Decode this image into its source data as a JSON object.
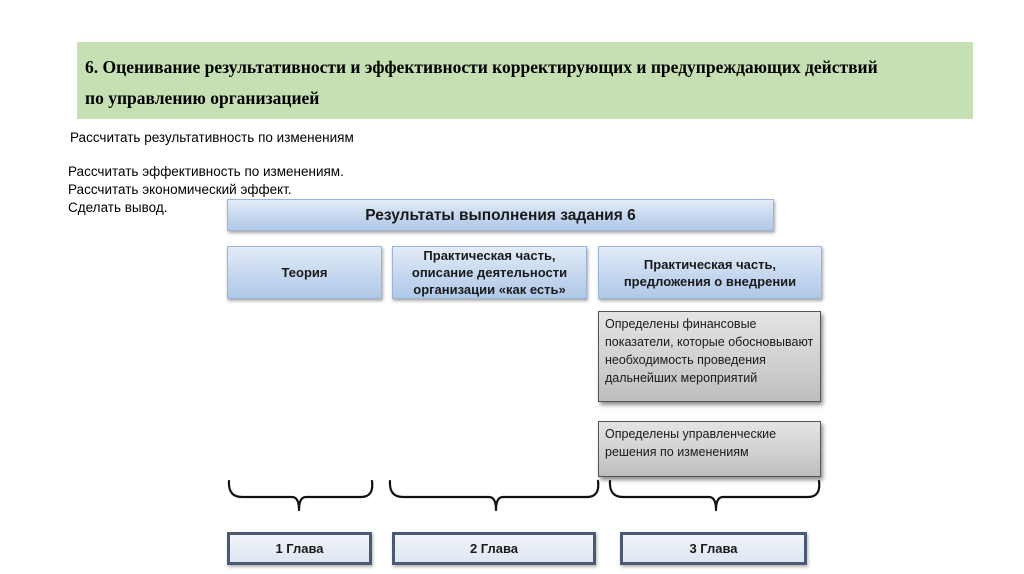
{
  "header": {
    "title_line1": "6. Оценивание результативности и эффективности корректирующих и предупреждающих действий",
    "title_line2": "по управлению организацией"
  },
  "instructions": [
    "Рассчитать результативность по изменениям",
    "Рассчитать эффективность по изменениям.",
    "Рассчитать экономический эффект.",
    "Сделать вывод."
  ],
  "diagram": {
    "title": "Результаты выполнения задания 6",
    "columns": [
      {
        "label": "Теория"
      },
      {
        "label": "Практическая часть, описание деятельности организации «как есть»"
      },
      {
        "label": "Практическая часть, предложения о внедрении"
      }
    ],
    "findings": [
      "Определены финансовые показатели, которые обосновывают необходимость проведения дальнейших мероприятий",
      "Определены управленческие решения по изменениям"
    ],
    "chapters": [
      "1 Глава",
      "2 Глава",
      "3 Глава"
    ],
    "colors": {
      "title_band": "#c6e0b4",
      "blue_box": "#c5d7ef",
      "grey_box": "#cfcfcf",
      "chapter_border": "#4a5a72"
    }
  }
}
